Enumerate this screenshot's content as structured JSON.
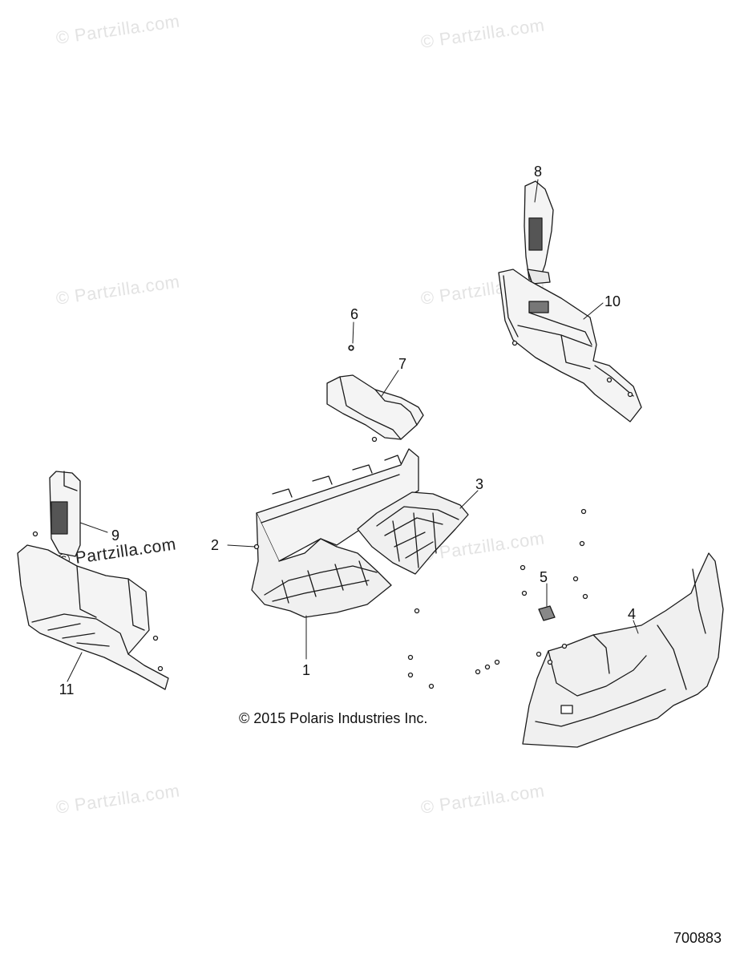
{
  "watermark": {
    "text": "© Partzilla.com"
  },
  "callouts": {
    "c1": "1",
    "c2": "2",
    "c3": "3",
    "c4": "4",
    "c5": "5",
    "c6": "6",
    "c7": "7",
    "c8": "8",
    "c9": "9",
    "c10": "10",
    "c11": "11"
  },
  "copyright": "© 2015 Polaris Industries Inc.",
  "diagram_number": "700883",
  "colors": {
    "line": "#1a1a1a",
    "watermark": "#e3e3e3",
    "background": "#ffffff"
  }
}
